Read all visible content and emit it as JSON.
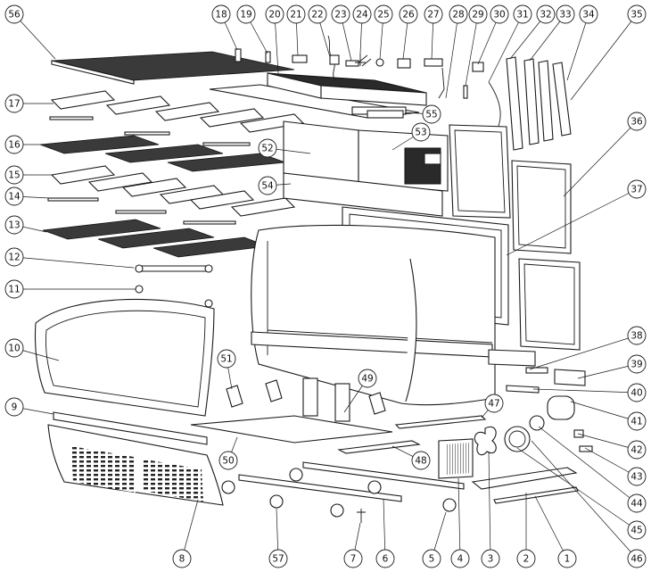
{
  "callouts": [
    "1",
    "2",
    "3",
    "4",
    "5",
    "6",
    "7",
    "8",
    "9",
    "10",
    "11",
    "12",
    "13",
    "14",
    "15",
    "16",
    "17",
    "18",
    "19",
    "20",
    "21",
    "22",
    "23",
    "24",
    "25",
    "26",
    "27",
    "28",
    "29",
    "30",
    "31",
    "32",
    "33",
    "34",
    "35",
    "36",
    "37",
    "38",
    "39",
    "40",
    "41",
    "42",
    "43",
    "44",
    "45",
    "46",
    "47",
    "48",
    "49",
    "50",
    "51",
    "52",
    "53",
    "54",
    "55",
    "56",
    "57"
  ]
}
